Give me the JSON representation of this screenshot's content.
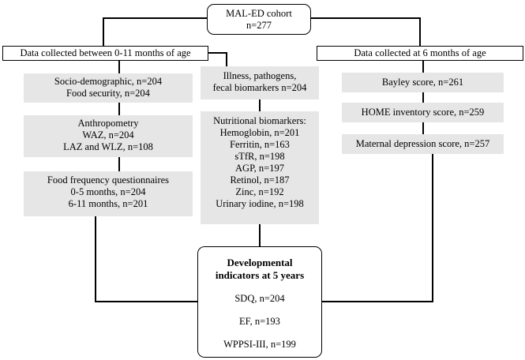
{
  "cohort": {
    "title": "MAL-ED cohort",
    "n": "n=277"
  },
  "left_header": "Data collected between 0-11 months of age",
  "right_header": "Data collected at 6 months of age",
  "left_column": {
    "socio": [
      "Socio-demographic, n=204",
      "Food security, n=204"
    ],
    "anthro": [
      "Anthropometry",
      "WAZ, n=204",
      "LAZ and WLZ, n=108"
    ],
    "ffq": [
      "Food frequency questionnaires",
      "0-5 months, n=204",
      "6-11 months, n=201"
    ]
  },
  "middle_column": {
    "illness": [
      "Illness, pathogens,",
      "fecal biomarkers n=204"
    ],
    "nutri": [
      "Nutritional biomarkers:",
      "Hemoglobin, n=201",
      "Ferritin, n=163",
      "sTfR, n=198",
      "AGP, n=197",
      "Retinol, n=187",
      "Zinc, n=192",
      "Urinary iodine, n=198"
    ]
  },
  "right_column": {
    "bayley": "Bayley score, n=261",
    "home": "HOME inventory score, n=259",
    "maternal": "Maternal depression score, n=257"
  },
  "outcome": {
    "title": [
      "Developmental",
      "indicators at 5 years"
    ],
    "items": [
      "SDQ, n=204",
      "EF, n=193",
      "WPPSI-III, n=199"
    ]
  }
}
